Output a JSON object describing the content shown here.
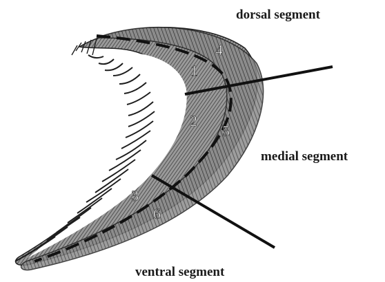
{
  "labels": {
    "dorsal": "dorsal segment",
    "medial": "medial segment",
    "ventral": "ventral segment"
  },
  "region_numbers": [
    "1",
    "2",
    "3",
    "4",
    "5",
    "6"
  ]
}
